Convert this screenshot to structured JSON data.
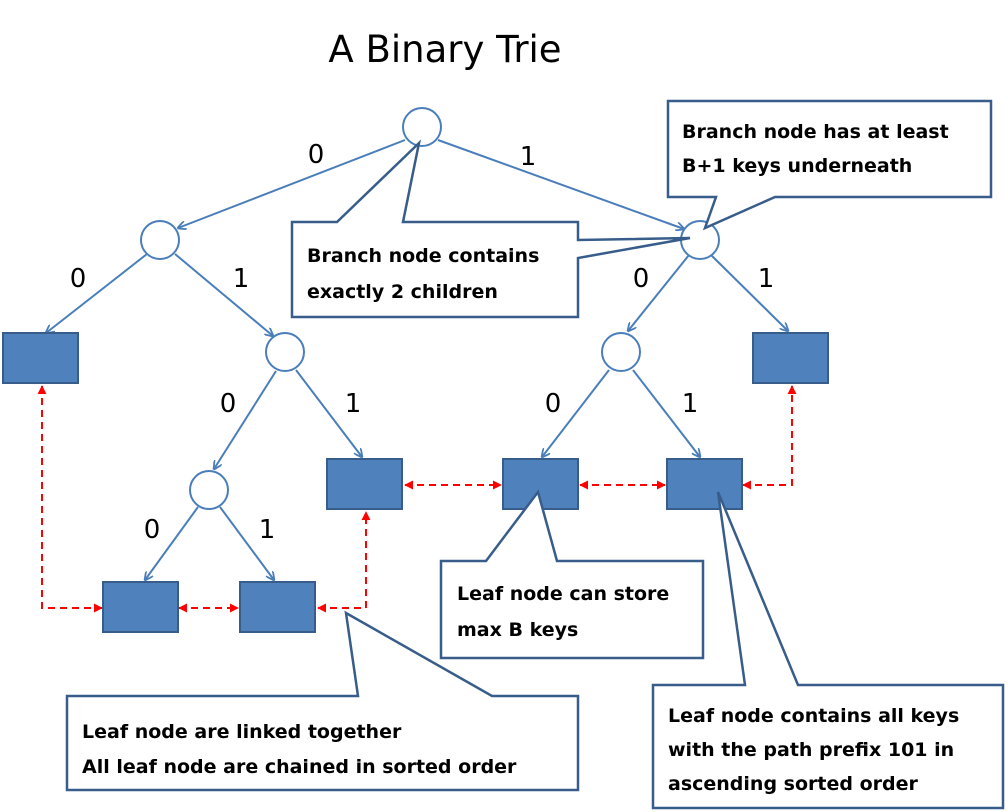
{
  "title": "A Binary Trie",
  "edge_labels": {
    "root_left": "0",
    "root_right": "1",
    "l_left": "0",
    "l_right": "1",
    "lr_left": "0",
    "lr_right": "1",
    "lrl_left": "0",
    "lrl_right": "1",
    "r_left": "0",
    "r_right": "1",
    "rl_left": "0",
    "rl_right": "1"
  },
  "callouts": {
    "branch_children": [
      "Branch node contains",
      "exactly 2 children"
    ],
    "branch_keys": [
      "Branch node has at least",
      "B+1 keys underneath"
    ],
    "leaf_max": [
      "Leaf node can store",
      "max B keys"
    ],
    "leaf_linked": [
      "Leaf node are linked together",
      "All leaf node are chained in sorted order"
    ],
    "leaf_prefix": [
      "Leaf node contains all keys",
      "with the path prefix 101 in",
      "ascending sorted order"
    ]
  },
  "colors": {
    "edge": "#4a7ebb",
    "node_fill": "#4f81bd",
    "node_stroke": "#385d8a",
    "link": "#ff0000",
    "callout_border": "#385d8a"
  }
}
